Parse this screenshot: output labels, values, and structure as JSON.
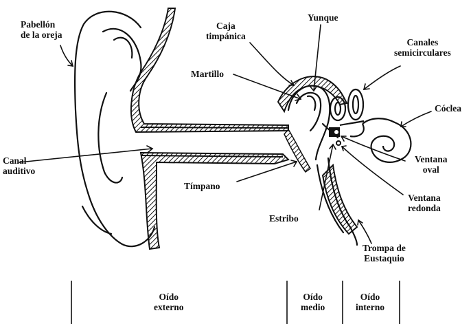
{
  "labels": {
    "pabellon": [
      "Pabellón",
      "de la oreja"
    ],
    "caja": [
      "Caja",
      "timpánica"
    ],
    "yunque": "Yunque",
    "canales": [
      "Canales",
      "semicirculares"
    ],
    "coclea": "Cóclea",
    "martillo": "Martillo",
    "canal": [
      "Canal",
      "auditivo"
    ],
    "timpano": "Tímpano",
    "ventana_oval": [
      "Ventana",
      "oval"
    ],
    "ventana_redonda": [
      "Ventana",
      "redonda"
    ],
    "estribo": "Estribo",
    "trompa": [
      "Trompa de",
      "Eustaquio"
    ]
  },
  "sections": {
    "externo": [
      "Oído",
      "externo"
    ],
    "medio": [
      "Oído",
      "medio"
    ],
    "interno": [
      "Oído",
      "interno"
    ]
  }
}
